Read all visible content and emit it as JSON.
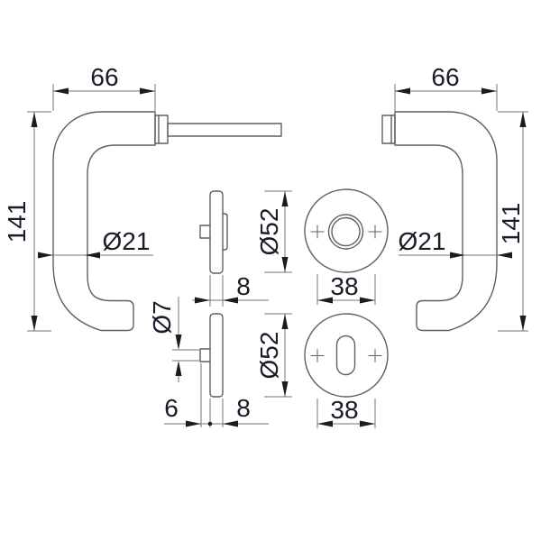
{
  "drawing": {
    "description": "Technical dimension drawing of a pair of door lever handles with round roses (handle rose and keyhole escutcheon), front and side views",
    "colors": {
      "geometry": "#5f5f5f",
      "dimension": "#757575",
      "arrow": "#1c1c1c",
      "text": "#1a1a28",
      "background": "#ffffff"
    },
    "labels": {
      "left_handle_width": "66",
      "right_handle_width": "66",
      "left_handle_height": "141",
      "right_handle_height": "141",
      "left_grip_diameter": "Ø21",
      "right_grip_diameter": "Ø21",
      "rose_diameter": "Ø52",
      "rose_screw_spacing": "38",
      "rose_thickness": "8",
      "escutcheon_diameter": "Ø52",
      "escutcheon_screw_spacing": "38",
      "escutcheon_thickness": "8",
      "hub_projection": "6",
      "hub_hole_diameter": "Ø7"
    }
  }
}
